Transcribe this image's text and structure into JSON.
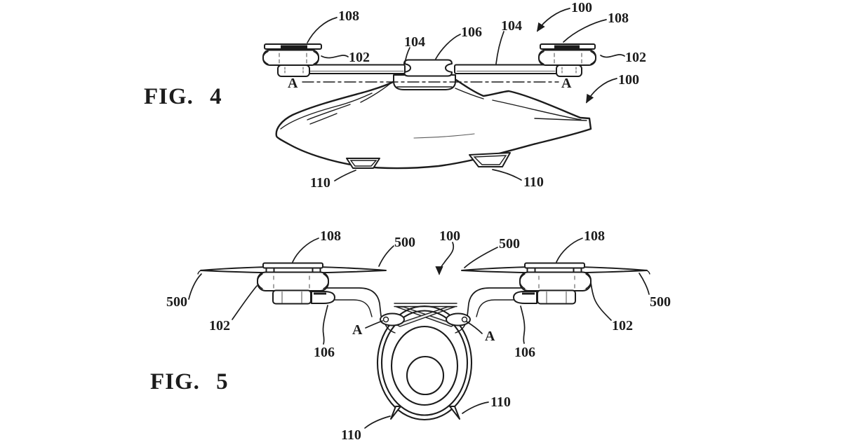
{
  "page": {
    "background": "#ffffff",
    "ink": "#1c1c1c"
  },
  "fig4": {
    "title": "FIG. 4",
    "refs": {
      "rotor_left_108": "108",
      "motor_left_102": "102",
      "wing_left_104": "104",
      "hub_106": "106",
      "wing_right_104": "104",
      "aircraft_top_100": "100",
      "rotor_right_108": "108",
      "motor_right_102": "102",
      "fuselage_100": "100",
      "section_a_left": "A",
      "section_a_right": "A",
      "skid_left_110": "110",
      "skid_right_110": "110"
    }
  },
  "fig5": {
    "title": "FIG. 5",
    "refs": {
      "rotor_left_108": "108",
      "blade_left_inner_500": "500",
      "aircraft_100": "100",
      "blade_right_inner_500": "500",
      "rotor_right_108": "108",
      "blade_left_outer_500": "500",
      "blade_right_outer_500": "500",
      "motor_left_102": "102",
      "motor_right_102": "102",
      "arm_left_106": "106",
      "arm_right_106": "106",
      "section_a_left": "A",
      "section_a_right": "A",
      "leg_right_110": "110",
      "leg_left_110": "110"
    }
  }
}
